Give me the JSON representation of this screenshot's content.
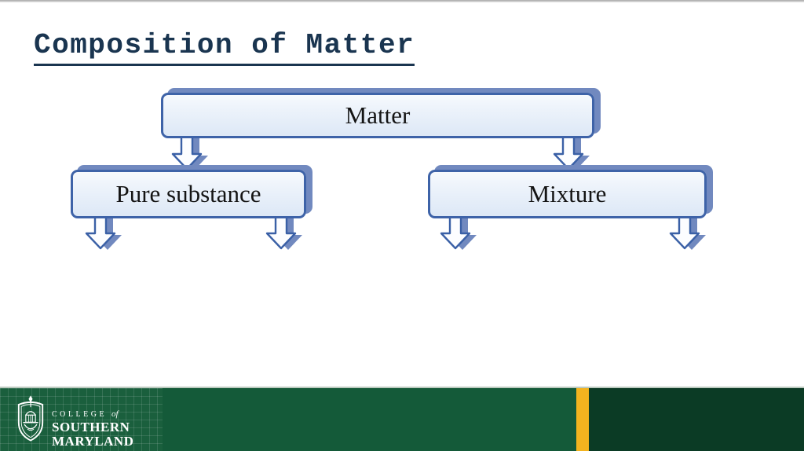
{
  "title": "Composition of Matter",
  "diagram": {
    "type": "tree",
    "root": {
      "label": "Matter"
    },
    "children": [
      {
        "label": "Pure substance"
      },
      {
        "label": "Mixture"
      }
    ],
    "edges": [
      [
        "Matter",
        "Pure substance"
      ],
      [
        "Matter",
        "Mixture"
      ]
    ]
  },
  "footer": {
    "college_line": "COLLEGE",
    "college_of": "of",
    "name_line1": "SOUTHERN",
    "name_line2": "MARYLAND"
  },
  "icons": {
    "node_connector": "down-arrow",
    "logo": "shield-with-cupola"
  },
  "colors": {
    "title_text": "#1a3550",
    "box_border": "#3e63a8",
    "box_fill": "#e9f0fa",
    "box_shadow": "#7189bf",
    "arrow_fill": "#fcfdff",
    "footer_green": "#155a39",
    "footer_dark_green": "#0b3b25",
    "footer_gold": "#f3b31f",
    "logo_white": "#ffffff"
  }
}
